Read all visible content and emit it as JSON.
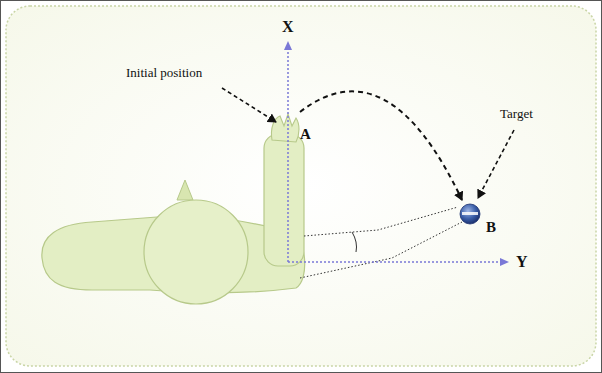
{
  "diagram": {
    "labels": [
      "X",
      "Initial position",
      "A",
      "Target",
      "B",
      "Y"
    ]
  }
}
